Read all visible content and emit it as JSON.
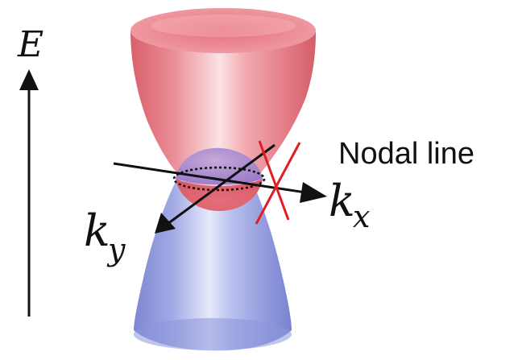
{
  "labels": {
    "energy_axis": "E",
    "kx_base": "k",
    "kx_sub": "x",
    "ky_base": "k",
    "ky_sub": "y",
    "nodal_line": "Nodal line"
  },
  "colors": {
    "upper_cone": "#e8808a",
    "lower_cone": "#8d96dc",
    "nodal_marker": "#e31b23",
    "axes": "#111111"
  },
  "icons": {
    "nodal_marker": "red-cross-icon"
  }
}
